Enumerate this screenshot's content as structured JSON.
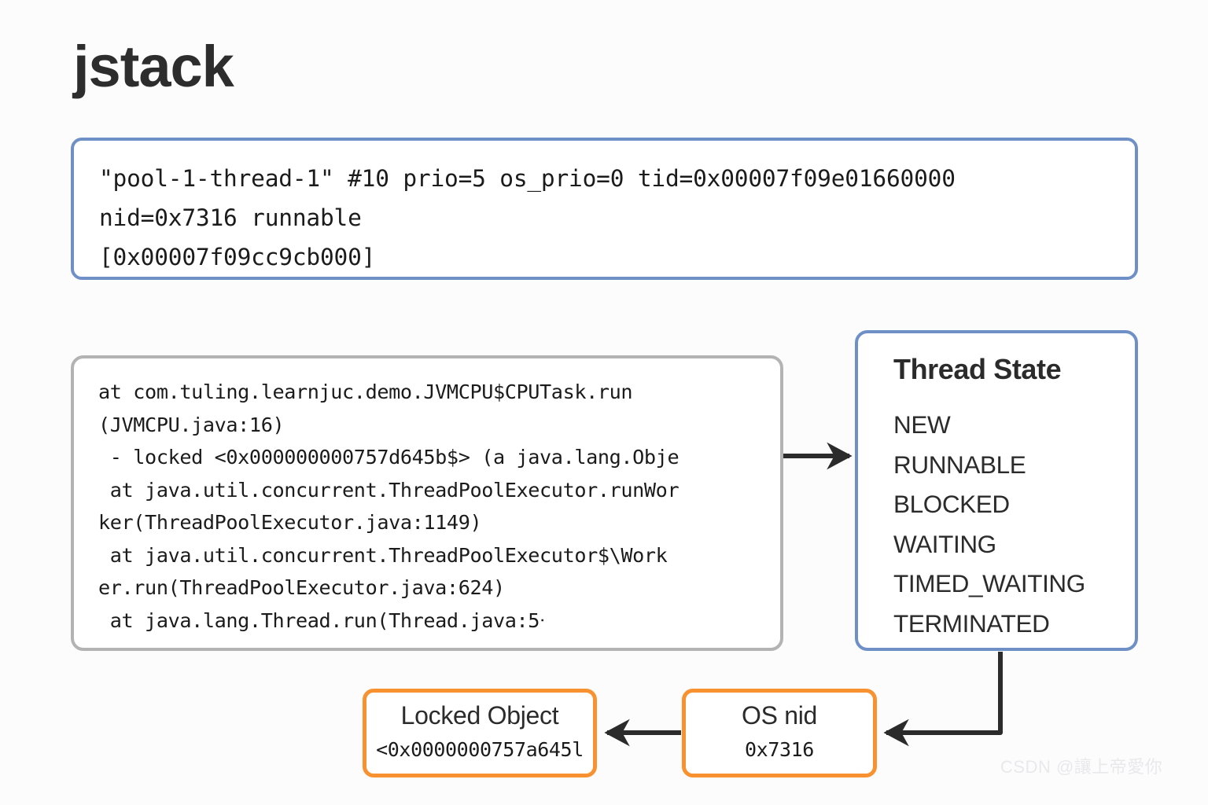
{
  "page": {
    "title": "jstack",
    "background_color": "#fcfcfd"
  },
  "colors": {
    "blue_border": "#6f90c7",
    "gray_border": "#b3b3b3",
    "orange_border": "#f8912f",
    "arrow": "#2b2b2b",
    "text": "#1b1b1b",
    "watermark": "#e9e9ec"
  },
  "thread_header": {
    "code": "\"pool-1-thread-1\" #10 prio=5 os_prio=0 tid=0x00007f09e01660000\nnid=0x7316 runnable\n[0x00007f09cc9cb000]"
  },
  "stack_trace": {
    "code": "at com.tuling.learnjuc.demo.JVMCPU$CPUTask.run\n(JVMCPU.java:16)\n - locked <0x000000000757d645b$> (a java.lang.Obje\n at java.util.concurrent.ThreadPoolExecutor.runWor\nker(ThreadPoolExecutor.java:1149)\n at java.util.concurrent.ThreadPoolExecutor$\\Work\ner.run(ThreadPoolExecutor.java:624)\n at java.lang.Thread.run(Thread.java:5ᐧ"
  },
  "thread_state": {
    "title": "Thread State",
    "states": [
      "NEW",
      "RUNNABLE",
      "BLOCKED",
      "WAITING",
      "TIMED_WAITING",
      "TERMINATED"
    ]
  },
  "locked_object": {
    "title": "Locked Object",
    "value": "<0x0000000757a645l"
  },
  "os_nid": {
    "title": "OS nid",
    "value": "0x7316"
  },
  "watermark": {
    "text": "CSDN @讓上帝愛你"
  }
}
